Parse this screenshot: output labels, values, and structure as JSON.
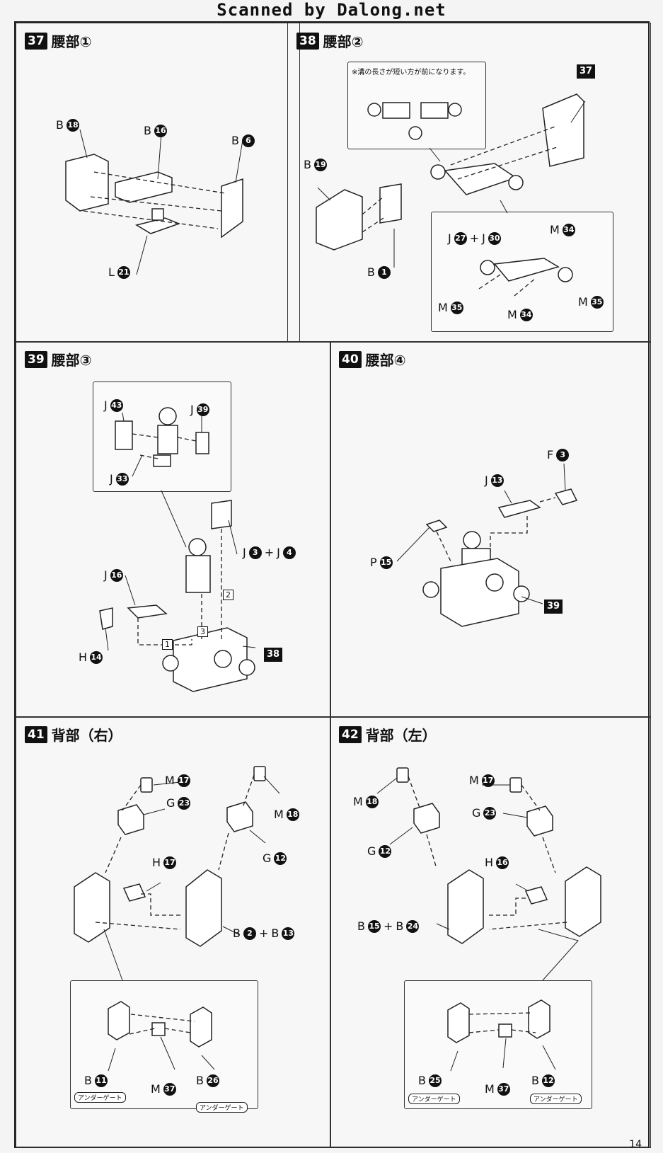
{
  "banner": "Scanned by Dalong.net",
  "page_number": "14",
  "panels": {
    "p37": {
      "step": "37",
      "title": "腰部①",
      "labels": [
        {
          "l": "B",
          "n": "18"
        },
        {
          "l": "B",
          "n": "16"
        },
        {
          "l": "B",
          "n": "6"
        },
        {
          "l": "L",
          "n": "21"
        }
      ]
    },
    "p38": {
      "step": "38",
      "title": "腰部②",
      "note": "※溝の長さが短い方が前になります。",
      "ref": "37",
      "labels": [
        {
          "l": "B",
          "n": "19"
        },
        {
          "l": "B",
          "n": "1"
        },
        {
          "l": "J",
          "n": "27",
          "plus": "J",
          "n2": "30"
        },
        {
          "l": "M",
          "n": "34"
        },
        {
          "l": "M",
          "n": "35"
        },
        {
          "l": "M",
          "n": "34"
        },
        {
          "l": "M",
          "n": "35"
        }
      ]
    },
    "p39": {
      "step": "39",
      "title": "腰部③",
      "ref": "38",
      "s1": "1",
      "s2": "2",
      "s3": "3",
      "labels": [
        {
          "l": "J",
          "n": "43"
        },
        {
          "l": "J",
          "n": "39"
        },
        {
          "l": "J",
          "n": "33"
        },
        {
          "l": "J",
          "n": "3",
          "plus": "J",
          "n2": "4"
        },
        {
          "l": "J",
          "n": "16"
        },
        {
          "l": "H",
          "n": "14"
        }
      ]
    },
    "p40": {
      "step": "40",
      "title": "腰部④",
      "ref": "39",
      "labels": [
        {
          "l": "F",
          "n": "3"
        },
        {
          "l": "J",
          "n": "13"
        },
        {
          "l": "P",
          "n": "15"
        }
      ]
    },
    "p41": {
      "step": "41",
      "title": "背部（右）",
      "labels": [
        {
          "l": "M",
          "n": "17"
        },
        {
          "l": "G",
          "n": "23"
        },
        {
          "l": "M",
          "n": "18"
        },
        {
          "l": "H",
          "n": "17"
        },
        {
          "l": "G",
          "n": "12"
        },
        {
          "l": "B",
          "n": "2",
          "plus": "B",
          "n2": "13"
        },
        {
          "l": "B",
          "n": "11"
        },
        {
          "l": "M",
          "n": "37"
        },
        {
          "l": "B",
          "n": "26"
        }
      ],
      "tag": "アンダーゲート"
    },
    "p42": {
      "step": "42",
      "title": "背部（左）",
      "labels": [
        {
          "l": "M",
          "n": "17"
        },
        {
          "l": "M",
          "n": "18"
        },
        {
          "l": "G",
          "n": "23"
        },
        {
          "l": "G",
          "n": "12"
        },
        {
          "l": "H",
          "n": "16"
        },
        {
          "l": "B",
          "n": "15",
          "plus": "B",
          "n2": "24"
        },
        {
          "l": "B",
          "n": "25"
        },
        {
          "l": "M",
          "n": "37"
        },
        {
          "l": "B",
          "n": "12"
        }
      ],
      "tag": "アンダーゲート"
    }
  }
}
